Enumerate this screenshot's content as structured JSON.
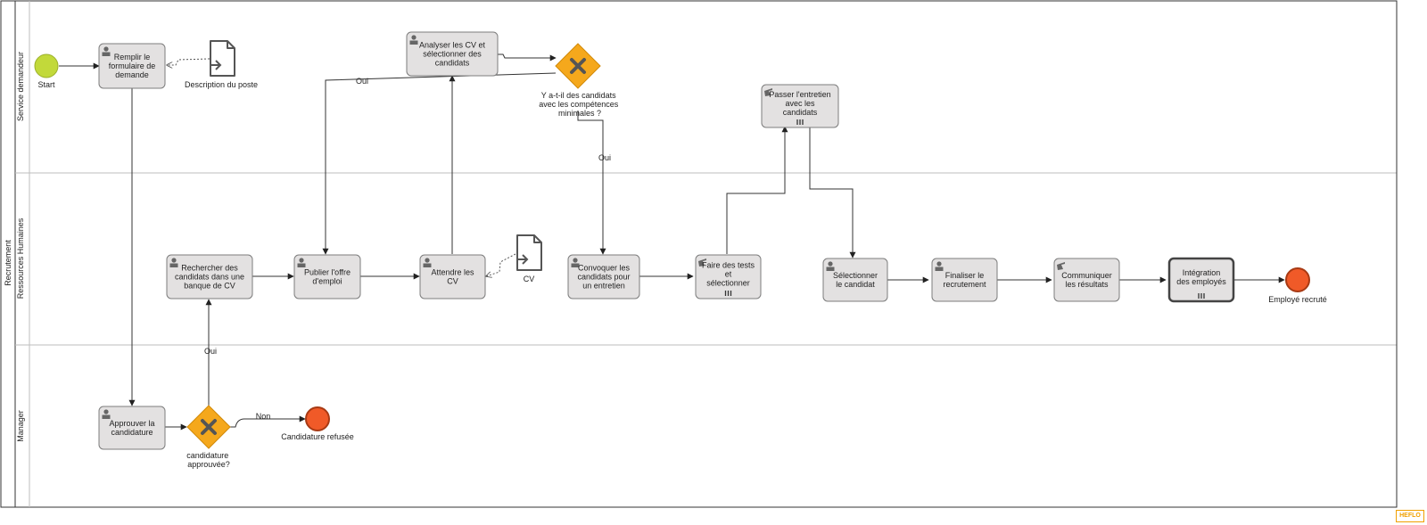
{
  "pool": {
    "name": "Recrutement"
  },
  "lanes": [
    {
      "name": "Service demandeur"
    },
    {
      "name": "Ressources Humaines"
    },
    {
      "name": "Manager"
    }
  ],
  "events": {
    "start": {
      "label": "Start",
      "color": "#c2d93a"
    },
    "end_refused": {
      "label": "Candidature refusée",
      "color": "#f05a28"
    },
    "end_hired": {
      "label": "Employé recruté",
      "color": "#f05a28"
    }
  },
  "tasks": {
    "remplir": {
      "lines": [
        "Remplir le",
        "formulaire de",
        "demande"
      ],
      "icon": "user-icon"
    },
    "analyser": {
      "lines": [
        "Analyser les CV et",
        "sélectionner des",
        "candidats"
      ],
      "icon": "user-icon"
    },
    "passer": {
      "lines": [
        "Passer l'entretien",
        "avec les",
        "candidats"
      ],
      "icon": "hand-icon"
    },
    "rechercher": {
      "lines": [
        "Rechercher des",
        "candidats dans une",
        "banque de CV"
      ],
      "icon": "user-icon"
    },
    "publier": {
      "lines": [
        "Publier l'offre",
        "d'emploi"
      ],
      "icon": "user-icon"
    },
    "attendre": {
      "lines": [
        "Attendre les",
        "CV"
      ],
      "icon": "user-icon"
    },
    "convoquer": {
      "lines": [
        "Convoquer les",
        "candidats pour",
        "un entretien"
      ],
      "icon": "user-icon"
    },
    "tests": {
      "lines": [
        "Faire des tests",
        "et",
        "sélectionner"
      ],
      "icon": "hand-icon"
    },
    "selectionner": {
      "lines": [
        "Sélectionner",
        "le candidat"
      ],
      "icon": "user-icon"
    },
    "finaliser": {
      "lines": [
        "Finaliser le",
        "recrutement"
      ],
      "icon": "user-icon"
    },
    "communiquer": {
      "lines": [
        "Communiquer",
        "les résultats"
      ],
      "icon": "hand-icon"
    },
    "integration": {
      "lines": [
        "Intégration",
        "des employés"
      ],
      "icon": ""
    },
    "approuver": {
      "lines": [
        "Approuver la",
        "candidature"
      ],
      "icon": "user-icon"
    }
  },
  "gateways": {
    "candidats": {
      "lines": [
        "Y a-t-il des candidats",
        "avec les compétences",
        "minimales ?"
      ],
      "color": "#f5a81c"
    },
    "approuvee": {
      "lines": [
        "candidature",
        "approuvée?"
      ],
      "color": "#f5a81c"
    }
  },
  "documents": {
    "description": {
      "label": "Description du poste"
    },
    "cv": {
      "label": "CV"
    }
  },
  "flow_labels": {
    "oui_publier": "Oui",
    "oui_convoquer": "Oui",
    "oui_rechercher": "Oui",
    "non_refus": "Non"
  },
  "logo": {
    "text": "HEFLO"
  }
}
